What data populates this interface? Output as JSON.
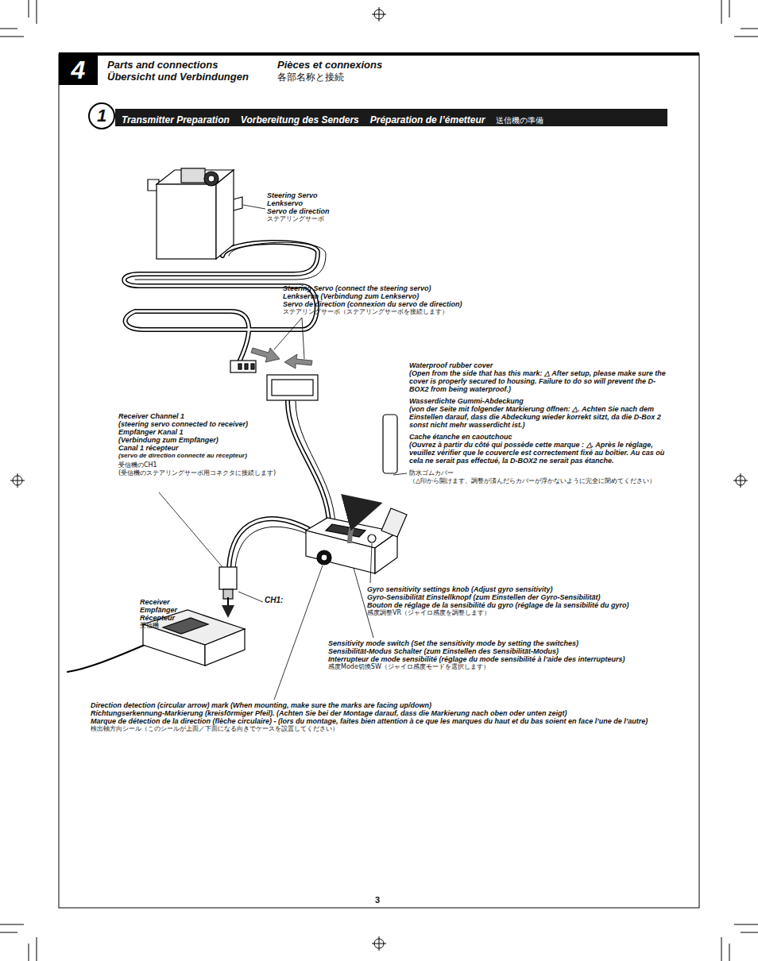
{
  "diagram": {
    "nodes": [
      {
        "text": [
          "4",
          "Parts and connections",
          "Übersicht und Verbindungen",
          "Pièces et connexions",
          "各部名称と接続"
        ]
      },
      {
        "text": [
          "Transmitter Preparation",
          "Vorbereitung des Senders",
          "Préparation de l’émetteur",
          "送信機の準備"
        ]
      },
      {
        "text": [
          "1"
        ]
      }
    ],
    "labels": [
      "Steering Servo",
      "Lenkservo",
      "Servo de direction",
      "ステアリングサーボ",
      "Steering Servo (connect the steering servo)",
      "Lenkservo (Verbindung zum Lenkservo)",
      "Servo de direction (connexion du servo de direction)",
      "ステアリングサーボ（ステアリングサーボを接続します）",
      "Waterproof rubber cover",
      "(Open from the side that has this mark: △ After setup, please make sure the cover is properly secured to housing. Failure to do so will prevent the D-BOX2 from being waterproof.)",
      "Wasserdichte Gummi-Abdeckung",
      "(von der Seite mit folgender Markierung öffnen: △. Achten Sie nach dem Einstellen darauf, dass die Abdeckung wieder korrekt sitzt, da die D-Box 2 sonst nicht mehr wasserdicht ist.)",
      "Cache étanche en caoutchouc",
      "(Ouvrez à partir du côté qui possède cette marque : △. Après le réglage, veuillez vérifier que le couvercle est correctement fixé au boîtier. Au cas où cela ne serait pas effectué, la D-BOX2 ne serait pas étanche.",
      "防水ゴムカバー",
      "（△印から開けます、調整が済んだらカバーが浮かないように完全に閉めてください）",
      "Receiver Channel 1",
      "(steering servo connected to receiver)",
      "Empfänger Kanal 1",
      "(Verbindung zum Empfänger)",
      "Canal 1 récepteur",
      "(servo de direction connecté au récepteur)",
      "受信機のCH1",
      "(受信機のステアリングサーボ用コネクタに接続します)",
      "Receiver",
      "Empfänger",
      "Récepteur",
      "受信機",
      "CH1:",
      "Gyro sensitivity settings knob (Adjust gyro sensitivity)",
      "Gyro-Sensibilität Einstellknopf (zum Einstellen der Gyro-Sensibilität)",
      "Bouton de réglage de la sensibilité du gyro (réglage de la sensibilité du gyro)",
      "感度調整VR（ジャイロ感度を調整します）",
      "Sensitivity mode switch (Set the sensitivity mode by setting the switches)",
      "Sensibilität-Modus Schalter (zum Einstellen des Sensibilität-Modus)",
      "Interrupteur de mode sensibilité (réglage du mode sensibilité à l’aide des interrupteurs)",
      "感度Mode切換SW（ジャイロ感度モードを選択します）",
      "Direction detection (circular arrow) mark (When mounting, make sure the marks are facing up/down)",
      "Richtungserkennung-Markierung (kreisförmiger Pfeil). (Achten Sie bei der Montage darauf, dass die Markierung nach oben oder unten zeigt)",
      "Marque de détection de la direction (flèche circulaire) - (lors du montage, faites bien attention à ce que les marques du haut et du bas soient en face l’une de l’autre)",
      "検出軸方向シール（このシールが上面／下面になる向きでケースを設置してください）",
      "3"
    ]
  }
}
